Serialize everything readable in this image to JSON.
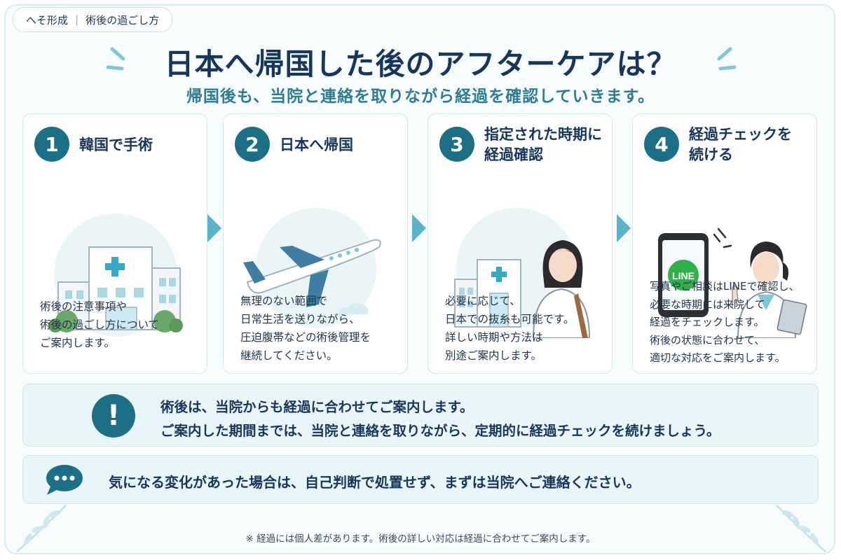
{
  "breadcrumb": {
    "parent": "へそ形成",
    "current": "術後の過ごし方"
  },
  "title": "日本へ帰国した後のアフターケアは？",
  "subtitle": "帰国後も、当院と連絡を取りながら経過を確認していきます。",
  "steps": [
    {
      "number": "1",
      "title_lines": [
        "韓国で手術"
      ],
      "text_lines": [
        "術後の注意事項や",
        "術後の過ごし方について",
        "ご案内します。"
      ],
      "icon": "hospital-icon"
    },
    {
      "number": "2",
      "title_lines": [
        "日本へ帰国"
      ],
      "text_lines": [
        "無理のない範囲で",
        "日常生活を送りながら、",
        "圧迫腹帯などの術後管理を",
        "継続してください。"
      ],
      "icon": "airplane-icon"
    },
    {
      "number": "3",
      "title_lines": [
        "指定された時期に",
        "経過確認"
      ],
      "text_lines": [
        "必要に応じて、",
        "日本での抜糸も可能です。",
        "詳しい時期や方法は",
        "別途ご案内します。"
      ],
      "icon": "clinic-patient-icon"
    },
    {
      "number": "4",
      "title_lines": [
        "経過チェックを",
        "続ける"
      ],
      "text_lines": [
        "写真やご相談はLINEで確認し、",
        "必要な時期には来院して",
        "経過をチェックします。",
        "術後の状態に合わせて、",
        "適切な対応をご案内します。"
      ],
      "icon": "phone-doctor-icon",
      "phone_label": "LINE"
    }
  ],
  "notice": {
    "icon_symbol": "!",
    "line1": "術後は、当院からも経過に合わせてご案内します。",
    "line2": "ご案内した期間までは、当院と連絡を取りながら、定期的に経過チェックを続けましょう。"
  },
  "contact": {
    "icon": "chat-bubble-icon",
    "text": "気になる変化があった場合は、自己判断で処置せず、まずは当院へご連絡ください。"
  },
  "footnote": "※ 経過には個人差があります。術後の詳しい対応は経過に合わせてご案内します。",
  "colors": {
    "navy": "#17365c",
    "teal": "#1b6f86",
    "accent": "#2e7c93",
    "arrow": "#5bb3c9",
    "panel": "#e9f6f9"
  }
}
